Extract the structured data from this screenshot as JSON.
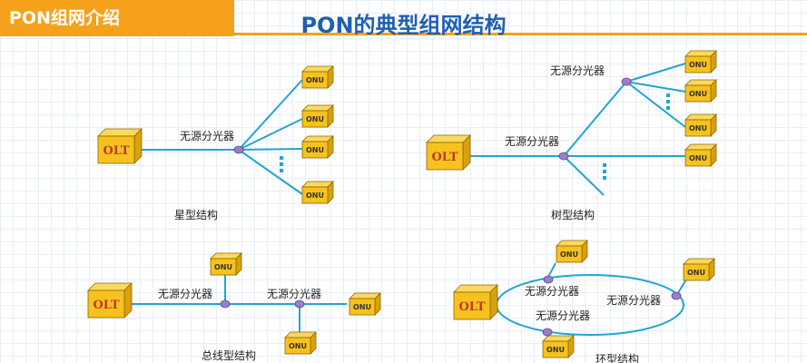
{
  "header": {
    "tab_label": "PON组网介绍",
    "title": "PON的典型组网结构"
  },
  "labels": {
    "olt": "OLT",
    "onu": "ONU",
    "splitter": "无源分光器"
  },
  "captions": {
    "star": "星型结构",
    "tree": "树型结构",
    "bus": "总线型结构",
    "ring": "环型结构"
  },
  "colors": {
    "accent": "#f5a11b",
    "title": "#1f5fb4",
    "line": "#22a4d6",
    "box": "#f7c21d",
    "splitter": "#9a7fc6",
    "olt_text": "#c0392b"
  }
}
